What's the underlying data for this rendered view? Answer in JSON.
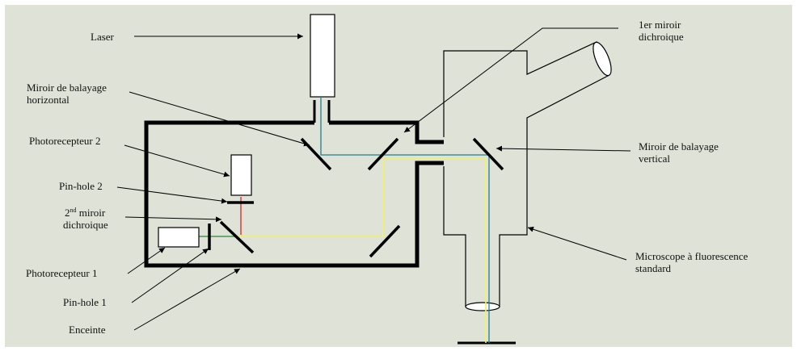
{
  "labels": {
    "laser": "Laser",
    "scan_h_line1": "Miroir de balayage",
    "scan_h_line2": "horizontal",
    "photo2": "Photorecepteur 2",
    "pinhole2": "Pin-hole 2",
    "dichro2_num": "2",
    "dichro2_sup": "nd",
    "dichro2_rest": " miroir",
    "dichro2_line2": "dichroique",
    "photo1": "Photorecepteur 1",
    "pinhole1": "Pin-hole 1",
    "enceinte": "Enceinte",
    "dichro1_line1": "1er miroir",
    "dichro1_line2": "dichroique",
    "scan_v_line1": "Miroir de balayage",
    "scan_v_line2": "vertical",
    "micro_line1": "Microscope à fluorescence",
    "micro_line2": "standard"
  },
  "colors": {
    "background": "#dfe2d7",
    "outline": "#000000",
    "laser_beam": "#1f7f8c",
    "detected_beam": "#f2f265",
    "pinhole2_beam": "#e02020",
    "pinhole1_beam": "#2c8a2c"
  }
}
